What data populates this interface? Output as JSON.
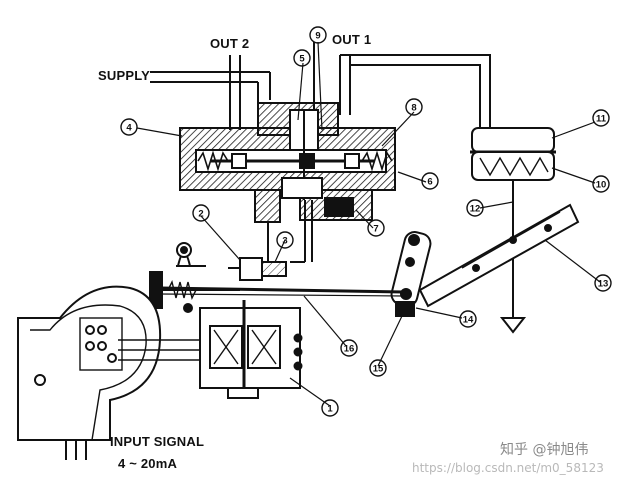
{
  "labels": {
    "out2": "OUT 2",
    "out1": "OUT 1",
    "supply": "SUPPLY",
    "input_signal_line1": "INPUT SIGNAL",
    "input_signal_line2": "4 ~ 20mA"
  },
  "callouts": [
    "1",
    "2",
    "3",
    "4",
    "5",
    "6",
    "7",
    "8",
    "9",
    "10",
    "11",
    "12",
    "13",
    "14",
    "15",
    "16"
  ],
  "watermark": {
    "url": "https://blog.csdn.net/m0_58123",
    "brand": "知乎 @钟旭伟"
  }
}
